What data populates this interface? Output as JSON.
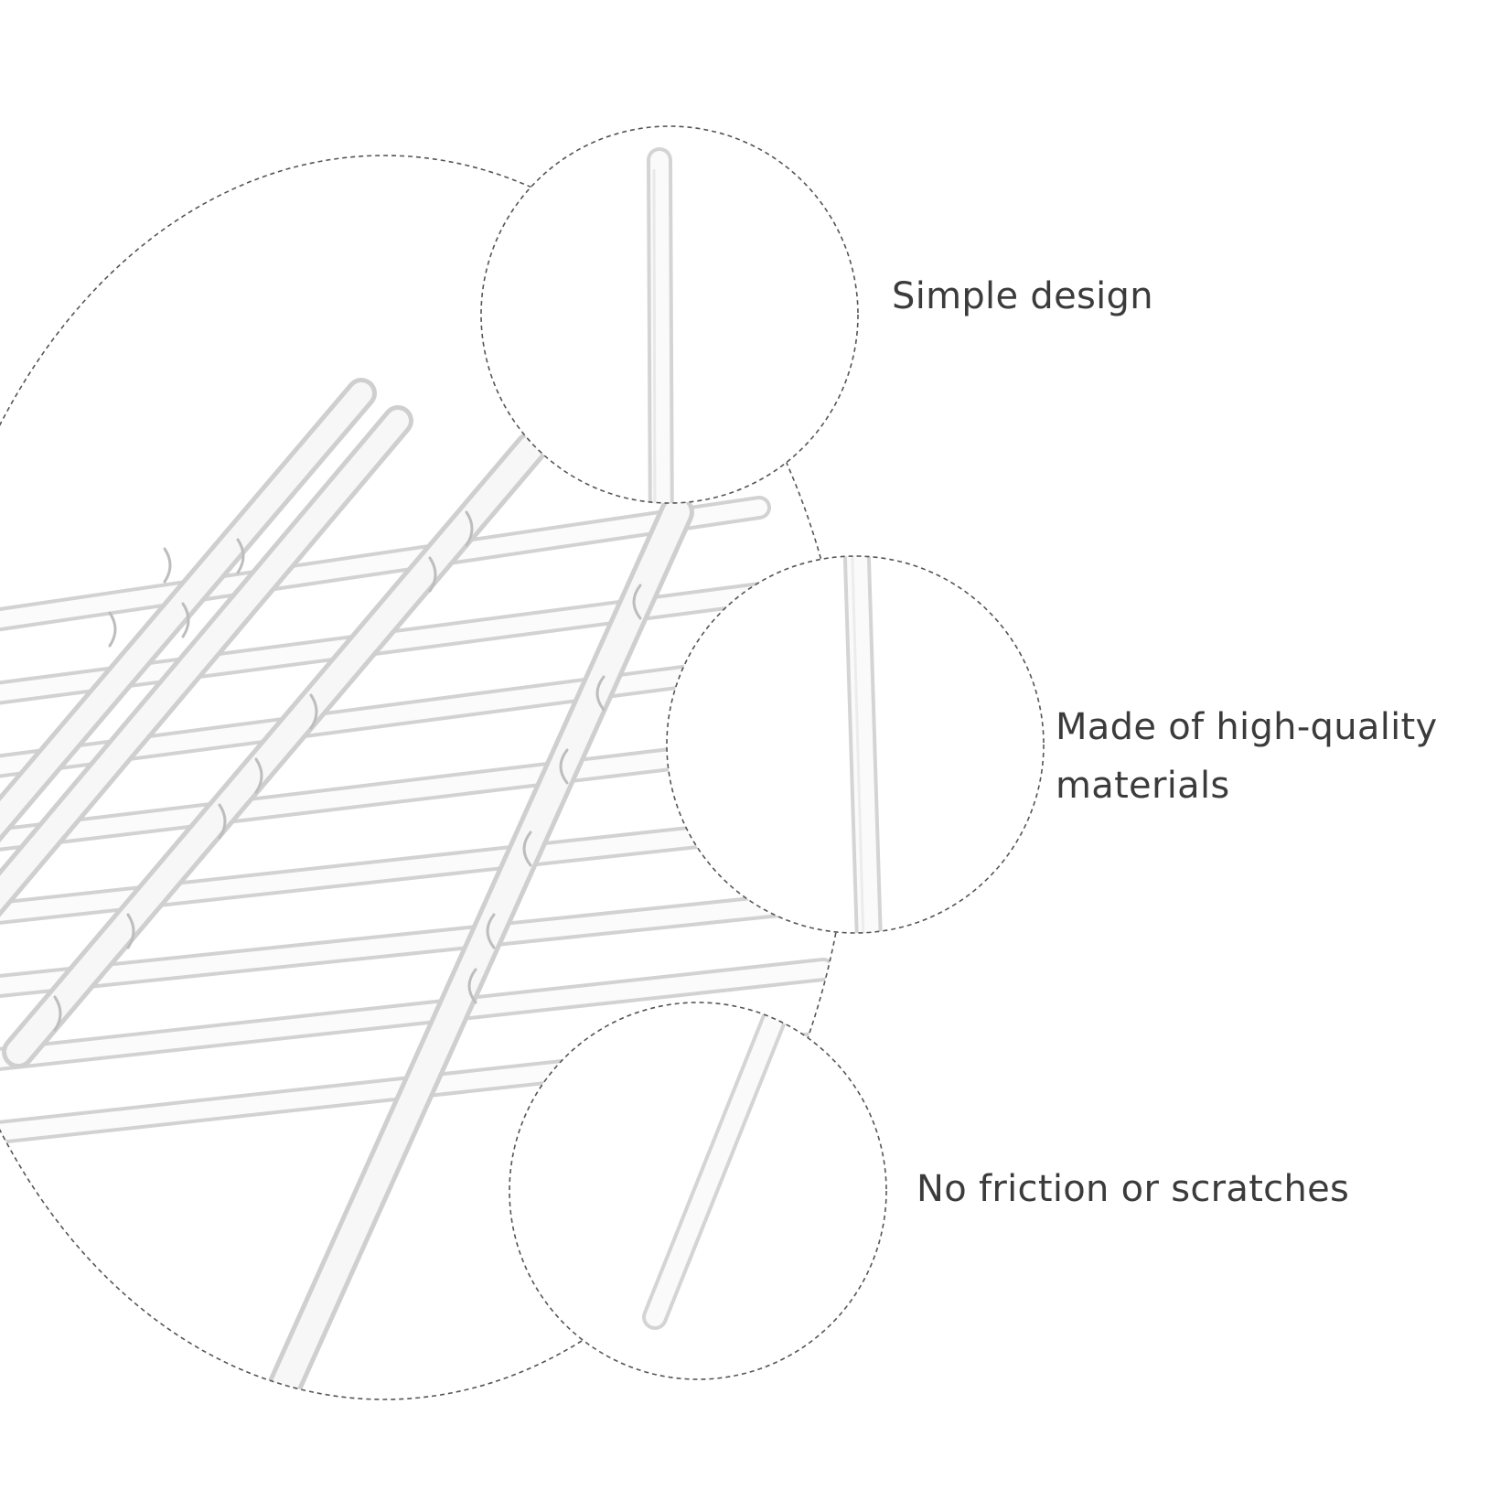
{
  "features": [
    {
      "lines": [
        "Simple design"
      ]
    },
    {
      "lines": [
        "Made of high-quality",
        "materials"
      ]
    },
    {
      "lines": [
        "No friction or scratches"
      ]
    }
  ],
  "colors": {
    "background": "#ffffff",
    "text": "#3b3b3b",
    "dashed_outline": "#555555",
    "rod_edge": "#c9c9c9",
    "rod_fill": "#f6f6f6"
  },
  "icons": [
    "glass-rods-image",
    "glass-rod-detail-image"
  ]
}
